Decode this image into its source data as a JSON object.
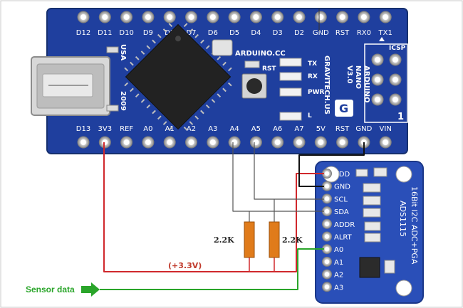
{
  "arduino": {
    "top_pins": [
      "D12",
      "D11",
      "D10",
      "D9",
      "D8",
      "D7",
      "D6",
      "D5",
      "D4",
      "D3",
      "D2",
      "GND",
      "RST",
      "RX0",
      "TX1"
    ],
    "bottom_pins": [
      "D13",
      "3V3",
      "REF",
      "A0",
      "A1",
      "A2",
      "A3",
      "A4",
      "A5",
      "A6",
      "A7",
      "5V",
      "RST",
      "GND",
      "VIN"
    ],
    "board_text": [
      "ARDUINO.CC",
      "TX",
      "RX",
      "PWR",
      "L",
      "RST",
      "GRAVITECH.US",
      "ARDUINO",
      "NANO",
      "V3.0",
      "USA",
      "2009",
      "ICSP",
      "1"
    ]
  },
  "adc": {
    "pins": [
      "VDD",
      "GND",
      "SCL",
      "SDA",
      "ADDR",
      "ALRT",
      "A0",
      "A1",
      "A2",
      "A3"
    ],
    "board_text": [
      "16Bit I2C ADC+PGA",
      "ADS1115"
    ]
  },
  "resistors": {
    "r1": "2.2K",
    "r2": "2.2K"
  },
  "wire_labels": {
    "voltage": "(+3.3V)",
    "sensor": "Sensor data"
  },
  "colors": {
    "board": "#1f3f9e",
    "adc_board": "#2a4fb8",
    "power_wire": "#d0282c",
    "ground_wire": "#111111",
    "signal_wire": "#555555",
    "sensor_wire": "#2aa52a",
    "resistor": "#e07b1a"
  }
}
